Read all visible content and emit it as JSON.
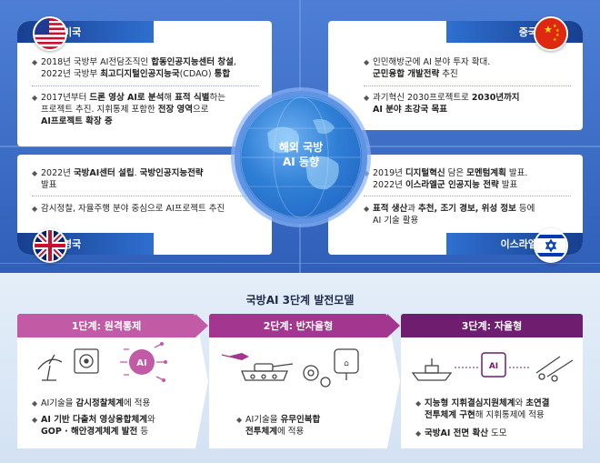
{
  "center": {
    "line1": "해외 국방",
    "line2": "AI 동향"
  },
  "countries": {
    "us": {
      "name": "미국",
      "bullets": [
        {
          "parts": [
            {
              "t": "2018년 국방부 AI전담조직인 ",
              "b": false
            },
            {
              "t": "합동인공지능센터 창설",
              "b": true
            },
            {
              "t": ",",
              "b": false
            }
          ],
          "parts2": [
            {
              "t": "2022년 국방부 ",
              "b": false
            },
            {
              "t": "최고디지털인공지능국",
              "b": true
            },
            {
              "t": "(CDAO) ",
              "b": false
            },
            {
              "t": "통합",
              "b": true
            }
          ]
        },
        {
          "parts": [
            {
              "t": "2017년부터 ",
              "b": false
            },
            {
              "t": "드론 영상 AI로 분석",
              "b": true
            },
            {
              "t": "해 ",
              "b": false
            },
            {
              "t": "표적 식별",
              "b": true
            },
            {
              "t": "하는",
              "b": false
            }
          ],
          "parts2": [
            {
              "t": "프로젝트 추진. 지휘통제 포함한 ",
              "b": false
            },
            {
              "t": "전장 영역",
              "b": true
            },
            {
              "t": "으로",
              "b": false
            }
          ],
          "parts3": [
            {
              "t": "AI프로젝트 확장 중",
              "b": true
            }
          ]
        }
      ]
    },
    "cn": {
      "name": "중국",
      "bullets": [
        {
          "parts": [
            {
              "t": "인민해방군에 AI 분야 투자 확대.",
              "b": false
            }
          ],
          "parts2": [
            {
              "t": "군민융합 개발전략",
              "b": true
            },
            {
              "t": " 추진",
              "b": false
            }
          ]
        },
        {
          "parts": [
            {
              "t": "과기혁신 2030프로젝트로 ",
              "b": false
            },
            {
              "t": "2030년까지",
              "b": true
            }
          ],
          "parts2": [
            {
              "t": "AI 분야 초강국 목표",
              "b": true
            }
          ]
        }
      ]
    },
    "uk": {
      "name": "영국",
      "bullets": [
        {
          "parts": [
            {
              "t": "2022년 ",
              "b": false
            },
            {
              "t": "국방AI센터 설립",
              "b": true
            },
            {
              "t": ". ",
              "b": false
            },
            {
              "t": "국방인공지능전략",
              "b": true
            }
          ],
          "parts2": [
            {
              "t": "발표",
              "b": false
            }
          ]
        },
        {
          "parts": [
            {
              "t": "감시정찰, 자율주행 분야 중심으로 AI프로젝트 추진",
              "b": false
            }
          ]
        }
      ]
    },
    "il": {
      "name": "이스라엘",
      "bullets": [
        {
          "parts": [
            {
              "t": "2019년 ",
              "b": false
            },
            {
              "t": "디지털혁신",
              "b": true
            },
            {
              "t": " 담은 ",
              "b": false
            },
            {
              "t": "모멘텀계획",
              "b": true
            },
            {
              "t": " 발표.",
              "b": false
            }
          ],
          "parts2": [
            {
              "t": "2022년 ",
              "b": false
            },
            {
              "t": "이스라엘군 인공지능 전략",
              "b": true
            },
            {
              "t": " 발표",
              "b": false
            }
          ]
        },
        {
          "parts": [
            {
              "t": "표적 생산",
              "b": true
            },
            {
              "t": "과 ",
              "b": false
            },
            {
              "t": "추천, 조기 경보, 위성 정보",
              "b": true
            },
            {
              "t": " 등에",
              "b": false
            }
          ],
          "parts2": [
            {
              "t": "AI 기술 활용",
              "b": false
            }
          ]
        }
      ]
    }
  },
  "model": {
    "title": "국방AI 3단계 발전모델",
    "stages": [
      {
        "title": "1단계: 원격통제",
        "color": "#c25aa6",
        "bullets": [
          {
            "parts": [
              {
                "t": "AI기술을 ",
                "b": false
              },
              {
                "t": "감시정찰체계",
                "b": true
              },
              {
                "t": "에 적용",
                "b": false
              }
            ]
          },
          {
            "parts": [
              {
                "t": "AI 기반 ",
                "b": true
              },
              {
                "t": "다출처 영상융합체계",
                "b": true
              },
              {
                "t": "와",
                "b": false
              }
            ],
            "parts2": [
              {
                "t": "GOP · 해안경계체계 발전",
                "b": true
              },
              {
                "t": " 등",
                "b": false
              }
            ]
          }
        ]
      },
      {
        "title": "2단계: 반자율형",
        "color": "#a3368f",
        "bullets": [
          {
            "parts": [
              {
                "t": "AI기술을 ",
                "b": false
              },
              {
                "t": "유무인복합",
                "b": true
              }
            ],
            "parts2": [
              {
                "t": "전투체계",
                "b": true
              },
              {
                "t": "에 적용",
                "b": false
              }
            ]
          }
        ]
      },
      {
        "title": "3단계: 자율형",
        "color": "#6f1d6e",
        "bullets": [
          {
            "parts": [
              {
                "t": "지능형 지휘결심지원체계",
                "b": true
              },
              {
                "t": "와 ",
                "b": false
              },
              {
                "t": "초연결",
                "b": true
              }
            ],
            "parts2": [
              {
                "t": "전투체계 구현",
                "b": true
              },
              {
                "t": "해 지휘통제에 적용",
                "b": false
              }
            ]
          },
          {
            "parts": [
              {
                "t": "국방AI 전면 확산",
                "b": true
              },
              {
                "t": " 도모",
                "b": false
              }
            ]
          }
        ]
      }
    ]
  },
  "colors": {
    "accent_blue": "#2f5fb8",
    "country_bar": "#173f8f",
    "stage1": "#c25aa6",
    "stage2": "#a3368f",
    "stage3": "#6f1d6e"
  },
  "icons": [
    "satellite-dish-icon",
    "target-icon",
    "ai-chip-icon",
    "drone-icon",
    "tank-icon",
    "gears-icon",
    "robot-head-icon",
    "warship-icon",
    "artillery-icon"
  ]
}
